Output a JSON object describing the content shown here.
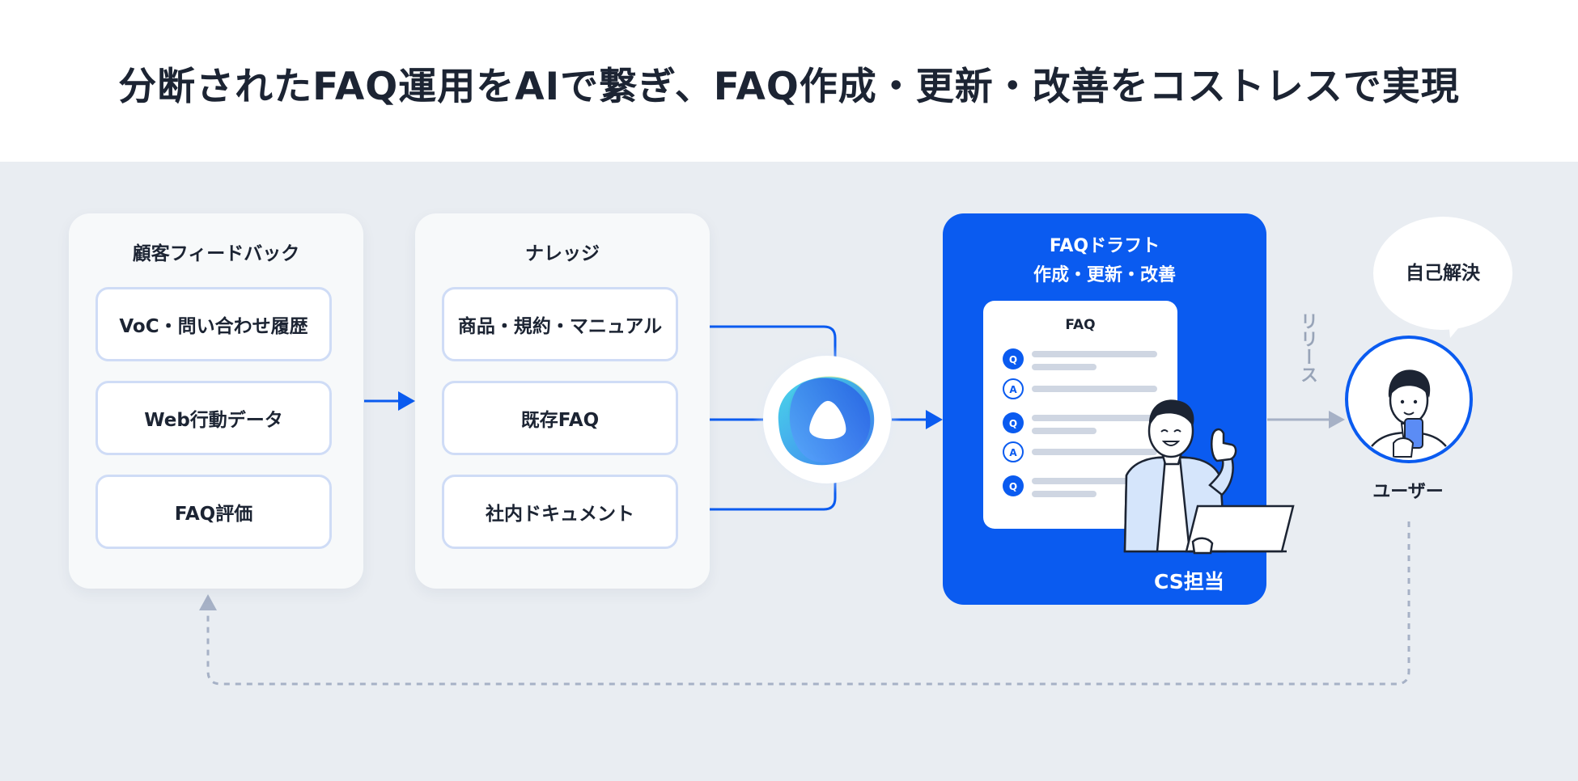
{
  "header": {
    "title": "分断されたFAQ運用をAIで繋ぎ、FAQ作成・更新・改善をコストレスで実現"
  },
  "feedback": {
    "title": "顧客フィードバック",
    "items": [
      "VoC・問い合わせ履歴",
      "Web行動データ",
      "FAQ評価"
    ]
  },
  "knowledge": {
    "title": "ナレッジ",
    "items": [
      "商品・規約・マニュアル",
      "既存FAQ",
      "社内ドキュメント"
    ]
  },
  "ai_hub": {
    "icon": "ai-logo-icon"
  },
  "draft": {
    "title_line1": "FAQドラフト",
    "title_line2": "作成・更新・改善",
    "card_title": "FAQ",
    "qa_markers": [
      "Q",
      "A",
      "Q",
      "A",
      "Q"
    ],
    "staff_label": "CS担当"
  },
  "release_label": "リリース",
  "user": {
    "bubble": "自己解決",
    "label": "ユーザー"
  },
  "colors": {
    "accent": "#0a5bf0",
    "background": "#e9edf2",
    "muted_arrow": "#a6b1c6",
    "item_border": "#cfdcf6"
  }
}
